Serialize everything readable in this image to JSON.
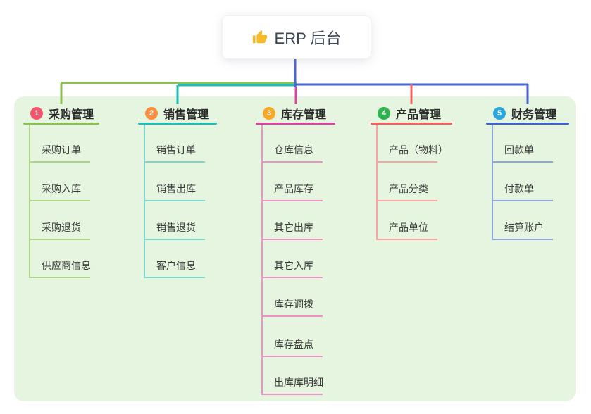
{
  "root": {
    "label": "ERP 后台",
    "icon": "thumbs-up",
    "icon_color": "#f7b928",
    "connector_color": "#4a66d4"
  },
  "panel": {
    "background": "#e6f5e0"
  },
  "branches": [
    {
      "number": "1",
      "title": "采购管理",
      "badge_color": "#f8536e",
      "line_color": "#8cc152",
      "item_line_color": "#aed487",
      "items": [
        "采购订单",
        "采购入库",
        "采购退货",
        "供应商信息"
      ]
    },
    {
      "number": "2",
      "title": "销售管理",
      "badge_color": "#fa8f3e",
      "line_color": "#1ebdb6",
      "item_line_color": "#7fd6cf",
      "items": [
        "销售订单",
        "销售出库",
        "销售退货",
        "客户信息"
      ]
    },
    {
      "number": "3",
      "title": "库存管理",
      "badge_color": "#f8a824",
      "line_color": "#d9459f",
      "item_line_color": "#ef92c7",
      "items": [
        "仓库信息",
        "产品库存",
        "其它出库",
        "其它入库",
        "库存调拨",
        "库存盘点",
        "出库库明细"
      ]
    },
    {
      "number": "4",
      "title": "产品管理",
      "badge_color": "#2fb350",
      "line_color": "#f75f5f",
      "item_line_color": "#fba4a4",
      "items": [
        "产品（物料）",
        "产品分类",
        "产品单位"
      ]
    },
    {
      "number": "5",
      "title": "财务管理",
      "badge_color": "#2aa7df",
      "line_color": "#3f63c9",
      "item_line_color": "#90a7dd",
      "items": [
        "回款单",
        "付款单",
        "结算账户"
      ]
    }
  ]
}
